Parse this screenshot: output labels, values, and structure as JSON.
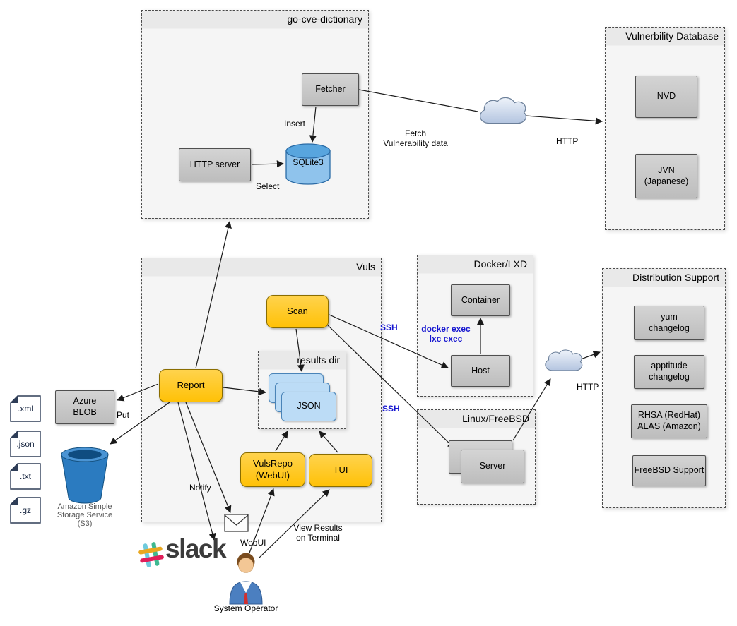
{
  "groups": {
    "go_cve": "go-cve-dictionary",
    "vuln_db": "Vulnerbility Database",
    "vuls": "Vuls",
    "results_dir": "results dir",
    "docker_lxd": "Docker/LXD",
    "linux_freebsd": "Linux/FreeBSD",
    "dist_support": "Distribution Support"
  },
  "nodes": {
    "fetcher": "Fetcher",
    "http_server": "HTTP server",
    "sqlite3": "SQLite3",
    "nvd": "NVD",
    "jvn": "JVN\n(Japanese)",
    "scan": "Scan",
    "report": "Report",
    "json": "JSON",
    "vulsrepo": "VulsRepo\n(WebUI)",
    "tui": "TUI",
    "container": "Container",
    "host": "Host",
    "server": "Server",
    "azure_blob": "Azure\nBLOB",
    "yum": "yum\nchangelog",
    "apptitude": "apptitude\nchangelog",
    "rhsa": "RHSA (RedHat)\nALAS (Amazon)",
    "freebsd": "FreeBSD Support"
  },
  "files": [
    ".xml",
    ".json",
    ".txt",
    ".gz"
  ],
  "labels": {
    "insert": "Insert",
    "select": "Select",
    "fetch_vuln": "Fetch\nVulnerability data",
    "http_fetch": "HTTP",
    "ssh_docker": "SSH",
    "ssh_linux": "SSH",
    "docker_exec": "docker exec\nlxc exec",
    "http_dist": "HTTP",
    "put": "Put",
    "notify": "Notify",
    "webui": "WebUI",
    "view_results": "View Results\non Terminal",
    "s3_caption": "Amazon Simple\nStorage Service\n(S3)",
    "system_operator": "System Operator",
    "slack": "slack"
  },
  "colors": {
    "accent_yellow": "#FFC400",
    "node_gray": "#C8C8C8",
    "json_blue": "#BCDCF6",
    "label_blue": "#1515D0",
    "s3_blue": "#2B7BC0",
    "cloud_fill": "#C9D6EA"
  }
}
